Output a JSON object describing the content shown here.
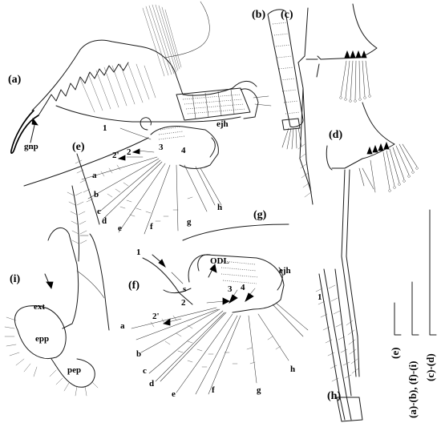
{
  "panels": {
    "a": "(a)",
    "b": "(b)",
    "c": "(c)",
    "d": "(d)",
    "e": "(e)",
    "f": "(f)",
    "g": "(g)",
    "h": "(h)",
    "i": "(i)"
  },
  "labels": {
    "gnp": "gnp",
    "ejh_e": "ejh",
    "ejh_f": "ejh",
    "odl": "ODL",
    "ext": "ext",
    "epp": "epp",
    "pep": "pep",
    "s": "s",
    "e_nums": [
      "1",
      "2'",
      "2",
      "3",
      "4"
    ],
    "e_setae": [
      "a",
      "b",
      "c",
      "d",
      "e",
      "f",
      "g",
      "h"
    ],
    "f_nums": [
      "1",
      "2",
      "2'",
      "3",
      "4"
    ],
    "f_setae": [
      "a",
      "b",
      "c",
      "d",
      "e",
      "f",
      "g",
      "h"
    ],
    "h_num": "1"
  },
  "scale_bars": [
    "(e)",
    "(a)-(b), (f)-(i)",
    "(c)-(d)"
  ]
}
